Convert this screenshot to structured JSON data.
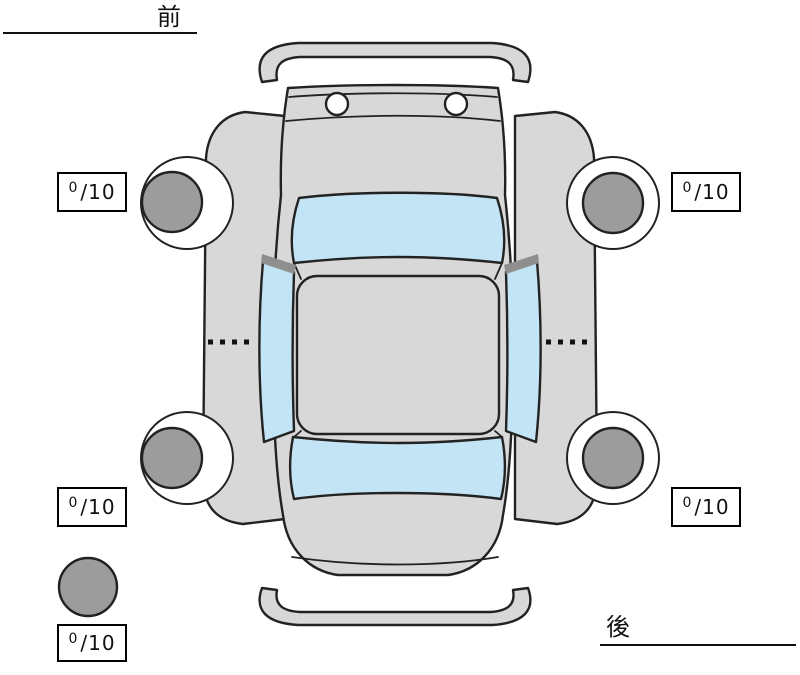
{
  "labels": {
    "front": "前",
    "rear": "後"
  },
  "tires": {
    "front_left": {
      "score": "0",
      "max": "/10"
    },
    "front_right": {
      "score": "0",
      "max": "/10"
    },
    "rear_left": {
      "score": "0",
      "max": "/10"
    },
    "rear_right": {
      "score": "0",
      "max": "/10"
    },
    "spare": {
      "score": "0",
      "max": "/10"
    }
  },
  "diagram": {
    "type": "car-top-view-condition-map",
    "parts": [
      "front-bumper",
      "hood",
      "windshield",
      "roof",
      "side-windows",
      "rear-window",
      "trunk",
      "rear-bumper",
      "wheels",
      "spare-tire"
    ],
    "tire_positions": [
      "front_left",
      "front_right",
      "rear_left",
      "rear_right",
      "spare"
    ]
  },
  "colors": {
    "body": "#d8d8d8",
    "glass": "#c2e4f4",
    "wheel": "#9c9c9c",
    "outline": "#222222",
    "background": "#ffffff"
  }
}
